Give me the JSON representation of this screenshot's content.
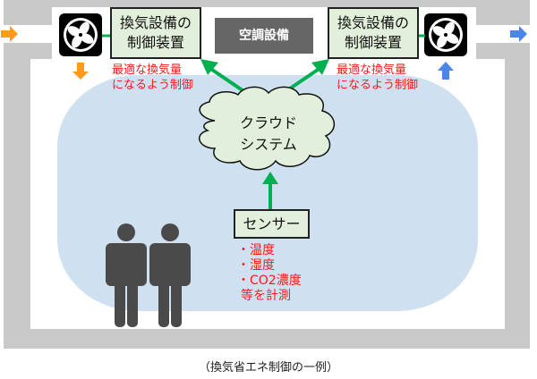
{
  "controllers": {
    "left": {
      "line1": "換気設備の",
      "line2": "制御装置"
    },
    "right": {
      "line1": "換気設備の",
      "line2": "制御装置"
    }
  },
  "air_conditioner": {
    "label": "空調設備"
  },
  "notes": {
    "left": {
      "line1": "最適な換気量",
      "line2": "になるよう制御"
    },
    "right": {
      "line1": "最適な換気量",
      "line2": "になるよう制御"
    }
  },
  "cloud": {
    "line1": "クラウド",
    "line2": "システム"
  },
  "sensor": {
    "label": "センサー",
    "items": [
      "・温度",
      "・湿度",
      "・CO2濃度"
    ],
    "footer": "等を計測"
  },
  "caption": "（換気省エネ制御の一例）",
  "colors": {
    "wall": "#c8c8c8",
    "room_air": "#cfe0f1",
    "box_fill": "#e2efda",
    "arrow_green": "#00b050",
    "intake_arrow": "#ff9a1a",
    "exhaust_arrow": "#4a86e8",
    "note_red": "#ff1a1a",
    "person": "#4a4a4a"
  },
  "icons": {
    "fan": "fan-icon",
    "person": "person-icon",
    "cloud": "cloud-shape"
  }
}
